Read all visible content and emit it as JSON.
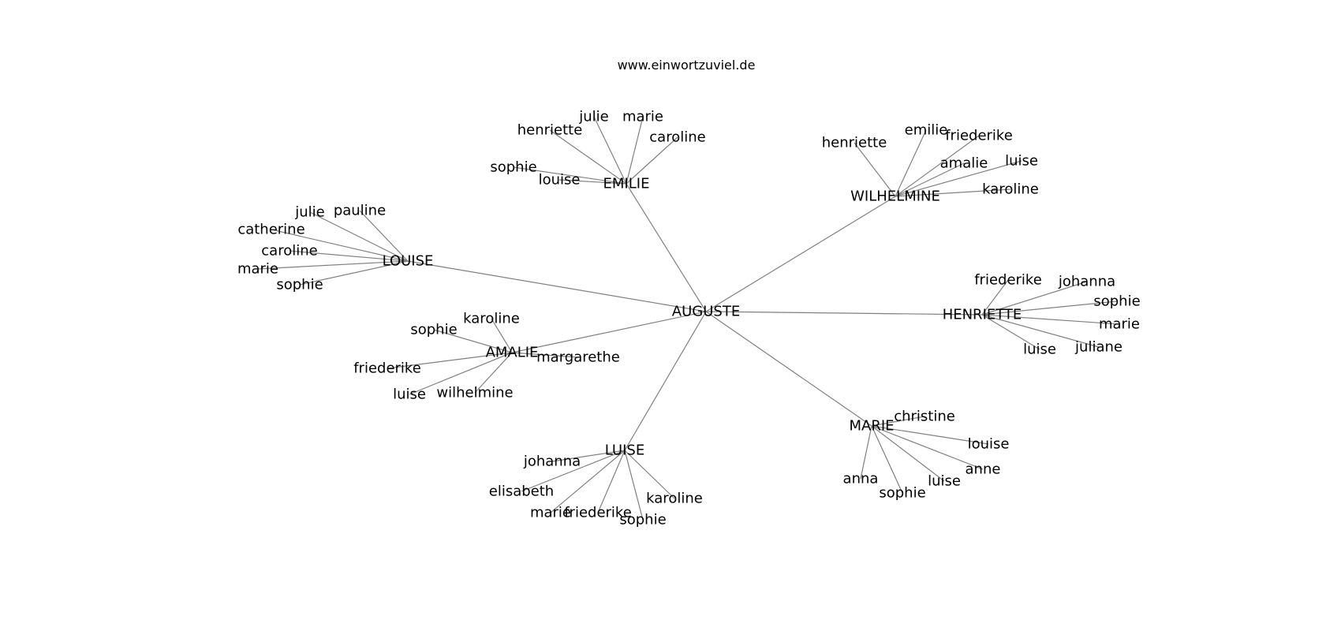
{
  "credit": "www.einwortzuviel.de",
  "root": "AUGUSTE",
  "groups": [
    {
      "name": "EMILIE",
      "children": [
        "julie",
        "marie",
        "henriette",
        "caroline",
        "sophie",
        "louise"
      ]
    },
    {
      "name": "WILHELMINE",
      "children": [
        "emilie",
        "henriette",
        "friederike",
        "amalie",
        "luise",
        "karoline"
      ]
    },
    {
      "name": "LOUISE",
      "children": [
        "julie",
        "pauline",
        "catherine",
        "caroline",
        "marie",
        "sophie"
      ]
    },
    {
      "name": "HENRIETTE",
      "children": [
        "friederike",
        "johanna",
        "sophie",
        "marie",
        "luise",
        "juliane"
      ]
    },
    {
      "name": "AMALIE",
      "children": [
        "karoline",
        "sophie",
        "margarethe",
        "friederike",
        "wilhelmine",
        "luise"
      ]
    },
    {
      "name": "MARIE",
      "children": [
        "christine",
        "louise",
        "anne",
        "anna",
        "luise",
        "sophie"
      ]
    },
    {
      "name": "LUISE",
      "children": [
        "johanna",
        "elisabeth",
        "karoline",
        "marie",
        "friederike",
        "sophie"
      ]
    }
  ]
}
